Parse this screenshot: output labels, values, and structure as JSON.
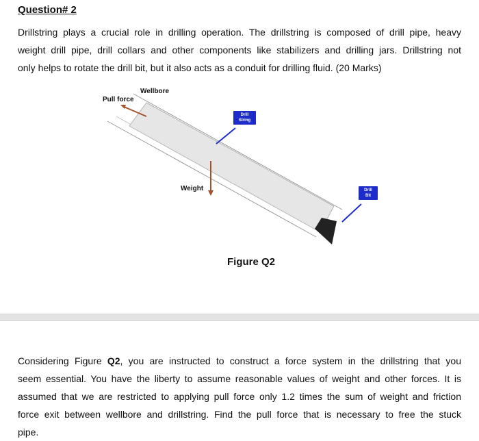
{
  "question": {
    "title": "Question# 2",
    "intro_lines": [
      "Drillstring plays a crucial role in drilling operation. The drillstring is composed of drill pipe, heavy",
      "weight drill pipe, drill collars and other components like stabilizers and drilling jars. Drillstring not",
      "only helps to rotate the drill bit, but it also acts as a conduit for drilling fluid."
    ],
    "marks": "(20 Marks)"
  },
  "figure": {
    "labels": {
      "wellbore": "Wellbore",
      "pull_force": "Pull force",
      "weight": "Weight",
      "drill_string_line1": "Drill",
      "drill_string_line2": "String",
      "drill_bit_line1": "Drill",
      "drill_bit_line2": "Bit"
    },
    "caption": "Figure Q2",
    "colors": {
      "pipe_fill": "#e6e6e6",
      "tag_bg": "#1d2bc9",
      "arrow": "#a0522d",
      "bit": "#222222"
    }
  },
  "task": {
    "line1_pre": "Considering Figure ",
    "line1_bold": "Q2",
    "line1_post": ", you are instructed to construct a force system in the drillstring that you",
    "lines": [
      "seem essential. You have the liberty to assume reasonable values of weight and other forces. It is",
      "assumed that we are restricted to applying pull force only 1.2 times the sum of weight and friction",
      "force exit between wellbore and drillstring. Find the pull force that is necessary to free the stuck",
      "pipe."
    ]
  }
}
